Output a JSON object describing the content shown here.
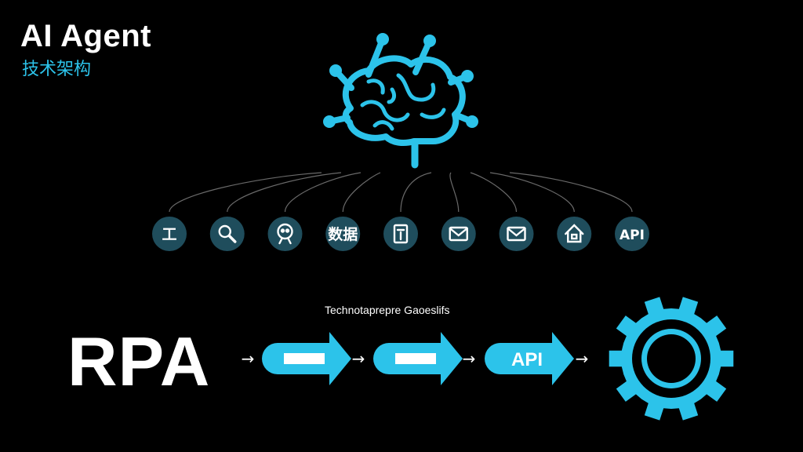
{
  "title": "AI Agent",
  "subtitle": "技术架构",
  "colors": {
    "accent": "#2cc3ea",
    "node_fill": "#1f4d5c",
    "background": "#000000",
    "text": "#ffffff"
  },
  "hub": {
    "icon": "brain-circuit-icon"
  },
  "tools": [
    {
      "icon": "tool-icon",
      "label": "工"
    },
    {
      "icon": "search-icon",
      "label": ""
    },
    {
      "icon": "agent-icon",
      "label": ""
    },
    {
      "icon": "data-icon",
      "label": "数据"
    },
    {
      "icon": "document-icon",
      "label": ""
    },
    {
      "icon": "mail-icon",
      "label": ""
    },
    {
      "icon": "mail-icon",
      "label": ""
    },
    {
      "icon": "home-icon",
      "label": ""
    },
    {
      "icon": "api-icon",
      "label": "API"
    }
  ],
  "pipeline": {
    "caption": "Technotaprepre Gaoeslifs",
    "start_label": "RPA",
    "connector": "→",
    "steps": [
      {
        "icon": "bar-icon",
        "label": ""
      },
      {
        "icon": "bar-icon",
        "label": ""
      },
      {
        "icon": "api-icon",
        "label": "API"
      }
    ],
    "end_icon": "gear-icon"
  }
}
